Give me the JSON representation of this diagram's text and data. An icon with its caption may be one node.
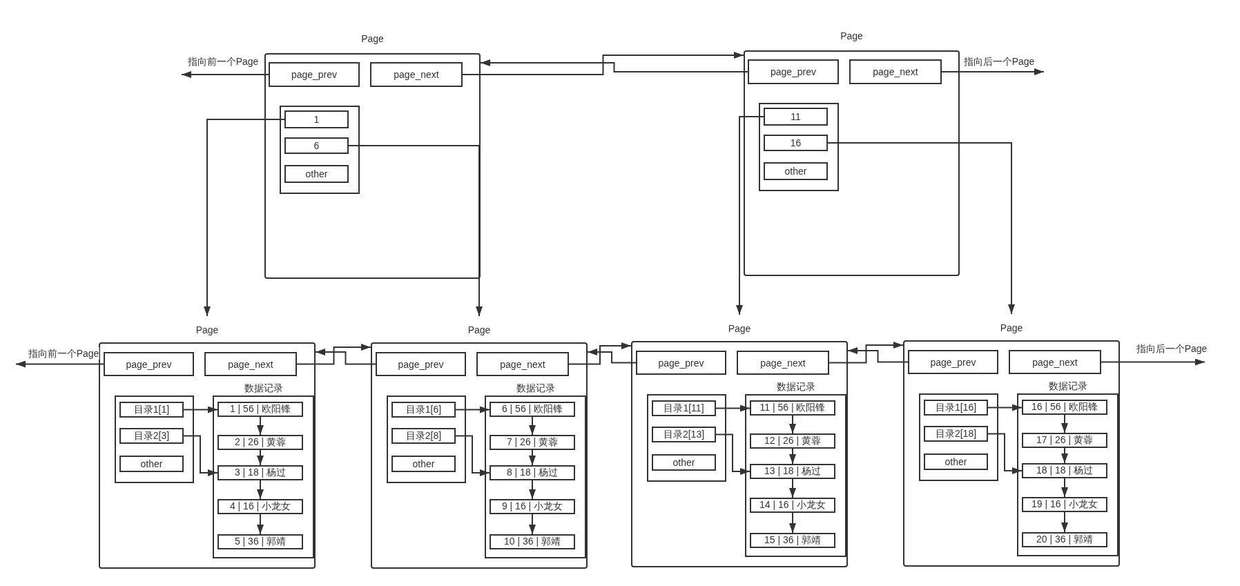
{
  "diagram": {
    "nodes": [
      {
        "text": [
          "Page"
        ]
      },
      {
        "text": [
          "page_prev"
        ],
        "in": 0
      },
      {
        "text": [
          "page_next"
        ],
        "in": 0
      },
      {
        "text": [],
        "shape": "box",
        "in": 0
      },
      {
        "text": [
          "1"
        ],
        "in": 3
      },
      {
        "text": [
          "6"
        ],
        "in": 3
      },
      {
        "text": [
          "other"
        ],
        "in": 3
      },
      {
        "text": [
          "Page"
        ]
      },
      {
        "text": [
          "page_prev"
        ],
        "in": 7
      },
      {
        "text": [
          "page_next"
        ],
        "in": 7
      },
      {
        "text": [],
        "shape": "box",
        "in": 7
      },
      {
        "text": [
          "11"
        ],
        "in": 10
      },
      {
        "text": [
          "16"
        ],
        "in": 10
      },
      {
        "text": [
          "other"
        ],
        "in": 10
      },
      {
        "text": [
          "Page"
        ]
      },
      {
        "text": [
          "page_prev"
        ],
        "in": 14
      },
      {
        "text": [
          "page_next"
        ],
        "in": 14
      },
      {
        "text": [],
        "shape": "box",
        "in": 14
      },
      {
        "text": [
          "目录1[1]"
        ],
        "in": 17
      },
      {
        "text": [
          "目录2[3]"
        ],
        "in": 17
      },
      {
        "text": [
          "other"
        ],
        "in": 17
      },
      {
        "text": [
          "数据记录"
        ],
        "in": 14
      },
      {
        "text": [
          "1 | 56 | 欧阳锋"
        ],
        "in": 21
      },
      {
        "text": [
          "2 | 26 | 黄蓉"
        ],
        "in": 21
      },
      {
        "text": [
          "3 | 18 | 杨过"
        ],
        "in": 21
      },
      {
        "text": [
          "4 | 16 | 小龙女"
        ],
        "in": 21
      },
      {
        "text": [
          "5 | 36 | 郭靖"
        ],
        "in": 21
      },
      {
        "text": [
          "Page"
        ]
      },
      {
        "text": [
          "page_prev"
        ],
        "in": 27
      },
      {
        "text": [
          "page_next"
        ],
        "in": 27
      },
      {
        "text": [],
        "shape": "box",
        "in": 27
      },
      {
        "text": [
          "目录1[6]"
        ],
        "in": 30
      },
      {
        "text": [
          "目录2[8]"
        ],
        "in": 30
      },
      {
        "text": [
          "other"
        ],
        "in": 30
      },
      {
        "text": [
          "数据记录"
        ],
        "in": 27
      },
      {
        "text": [
          "6 | 56 | 欧阳锋"
        ],
        "in": 34
      },
      {
        "text": [
          "7 | 26 | 黄蓉"
        ],
        "in": 34
      },
      {
        "text": [
          "8 | 18 | 杨过"
        ],
        "in": 34
      },
      {
        "text": [
          "9 | 16 | 小龙女"
        ],
        "in": 34
      },
      {
        "text": [
          "10 | 36 | 郭靖"
        ],
        "in": 34
      },
      {
        "text": [
          "Page"
        ]
      },
      {
        "text": [
          "page_prev"
        ],
        "in": 40
      },
      {
        "text": [
          "page_next"
        ],
        "in": 40
      },
      {
        "text": [],
        "shape": "box",
        "in": 40
      },
      {
        "text": [
          "目录1[11]"
        ],
        "in": 43
      },
      {
        "text": [
          "目录2[13]"
        ],
        "in": 43
      },
      {
        "text": [
          "other"
        ],
        "in": 43
      },
      {
        "text": [
          "数据记录"
        ],
        "in": 40
      },
      {
        "text": [
          "11 | 56 | 欧阳锋"
        ],
        "in": 47
      },
      {
        "text": [
          "12 | 26 | 黄蓉"
        ],
        "in": 47
      },
      {
        "text": [
          "13 | 18 | 杨过"
        ],
        "in": 47
      },
      {
        "text": [
          "14 | 16 | 小龙女"
        ],
        "in": 47
      },
      {
        "text": [
          "15 | 36 | 郭靖"
        ],
        "in": 47
      },
      {
        "text": [
          "Page"
        ]
      },
      {
        "text": [
          "page_prev"
        ],
        "in": 53
      },
      {
        "text": [
          "page_next"
        ],
        "in": 53
      },
      {
        "text": [],
        "shape": "box",
        "in": 53
      },
      {
        "text": [
          "目录1[16]"
        ],
        "in": 56
      },
      {
        "text": [
          "目录2[18]"
        ],
        "in": 56
      },
      {
        "text": [
          "other"
        ],
        "in": 56
      },
      {
        "text": [
          "数据记录"
        ],
        "in": 53
      },
      {
        "text": [
          "16 | 56 | 欧阳锋"
        ],
        "in": 60
      },
      {
        "text": [
          "17 | 26 | 黄蓉"
        ],
        "in": 60
      },
      {
        "text": [
          "18 | 18 | 杨过"
        ],
        "in": 60
      },
      {
        "text": [
          "19 | 16 | 小龙女"
        ],
        "in": 60
      },
      {
        "text": [
          "20 | 36 | 郭靖"
        ],
        "in": 60
      }
    ],
    "edges": [
      {
        "from": 1,
        "to": null,
        "arrow": "to",
        "label": "指向前一个Page"
      },
      {
        "from": 2,
        "to": 7,
        "arrow": "to"
      },
      {
        "from": 8,
        "to": 0,
        "arrow": "to"
      },
      {
        "from": 9,
        "to": null,
        "arrow": "to",
        "label": "指向后一个Page"
      },
      {
        "from": 4,
        "to": 14,
        "arrow": "to"
      },
      {
        "from": 5,
        "to": 27,
        "arrow": "to"
      },
      {
        "from": 11,
        "to": 40,
        "arrow": "to"
      },
      {
        "from": 12,
        "to": 53,
        "arrow": "to"
      },
      {
        "from": 15,
        "to": null,
        "arrow": "to",
        "label": "指向前一个Page"
      },
      {
        "from": 16,
        "to": 27,
        "arrow": "to"
      },
      {
        "from": 28,
        "to": 14,
        "arrow": "to"
      },
      {
        "from": 29,
        "to": 40,
        "arrow": "to"
      },
      {
        "from": 41,
        "to": 27,
        "arrow": "to"
      },
      {
        "from": 42,
        "to": 53,
        "arrow": "to"
      },
      {
        "from": 54,
        "to": 40,
        "arrow": "to"
      },
      {
        "from": 55,
        "to": null,
        "arrow": "to",
        "label": "指向后一个Page"
      },
      {
        "from": 18,
        "to": 22,
        "arrow": "to"
      },
      {
        "from": 19,
        "to": 24,
        "arrow": "to"
      },
      {
        "from": 22,
        "to": 23,
        "arrow": "to"
      },
      {
        "from": 23,
        "to": 24,
        "arrow": "to"
      },
      {
        "from": 24,
        "to": 25,
        "arrow": "to"
      },
      {
        "from": 25,
        "to": 26,
        "arrow": "to"
      },
      {
        "from": 31,
        "to": 35,
        "arrow": "to"
      },
      {
        "from": 32,
        "to": 37,
        "arrow": "to"
      },
      {
        "from": 35,
        "to": 36,
        "arrow": "to"
      },
      {
        "from": 36,
        "to": 37,
        "arrow": "to"
      },
      {
        "from": 37,
        "to": 38,
        "arrow": "to"
      },
      {
        "from": 38,
        "to": 39,
        "arrow": "to"
      },
      {
        "from": 44,
        "to": 48,
        "arrow": "to"
      },
      {
        "from": 45,
        "to": 50,
        "arrow": "to"
      },
      {
        "from": 48,
        "to": 49,
        "arrow": "to"
      },
      {
        "from": 49,
        "to": 50,
        "arrow": "to"
      },
      {
        "from": 50,
        "to": 51,
        "arrow": "to"
      },
      {
        "from": 51,
        "to": 52,
        "arrow": "to"
      },
      {
        "from": 57,
        "to": 61,
        "arrow": "to"
      },
      {
        "from": 58,
        "to": 63,
        "arrow": "to"
      },
      {
        "from": 61,
        "to": 62,
        "arrow": "to"
      },
      {
        "from": 62,
        "to": 63,
        "arrow": "to"
      },
      {
        "from": 63,
        "to": 64,
        "arrow": "to"
      },
      {
        "from": 64,
        "to": 65,
        "arrow": "to"
      }
    ]
  }
}
